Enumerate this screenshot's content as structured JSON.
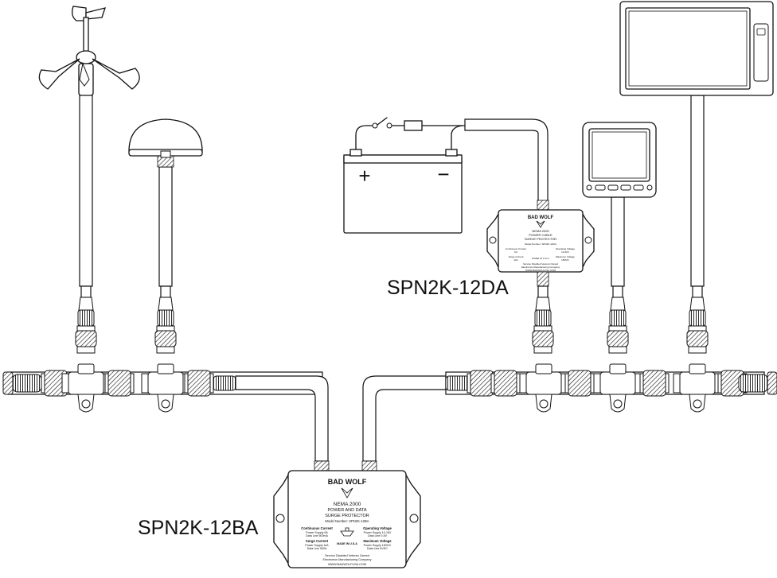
{
  "labels": {
    "protector_large": "SPN2K-12BA",
    "protector_small": "SPN2K-12DA"
  },
  "battery": {
    "positive": "+",
    "negative": "−"
  },
  "protector_12ba": {
    "brand": "BAD WOLF",
    "title_line1": "NEMA 2000",
    "title_line2": "POWER AND DATA",
    "title_line3": "SURGE PROTECTOR",
    "model": "Model Number: SPN2K-12BA",
    "continuous_current": "Continuous Current",
    "continuous_detail1": "Power Supply 6A",
    "continuous_detail2": "Data Line 500mA",
    "surge_current": "Surge Current",
    "surge_detail1": "Power Supply 1kA",
    "surge_detail2": "Data Line 500A",
    "operating_voltage": "Operating Voltage",
    "operating_detail1": "Power Supply 10-16V",
    "operating_detail2": "Data Line 0-5V",
    "maximum_voltage": "Maximum Voltage",
    "maximum_detail1": "Power Supply 18VDC",
    "maximum_detail2": "Data Line 6VDC",
    "made_in": "MADE IN U.S.A",
    "footer_line1": "Service Disabled Veteran Owned",
    "footer_line2": "Electronics Manufacturing Company",
    "website": "WWW.BADWOLFUSA.COM"
  },
  "protector_12da": {
    "brand": "BAD WOLF",
    "title_line1": "NEMA 2000",
    "title_line2": "POWER CABLE",
    "title_line3": "SURGE PROTECTOR",
    "model": "Model Number: SPN2K-12DA",
    "continuous_current": "Continuous Current",
    "continuous_detail": "6A",
    "operating_voltage": "Operating Voltage",
    "operating_detail": "10-16V",
    "surge_current": "Surge Current",
    "surge_detail": "1kA",
    "maximum_voltage": "Maximum Voltage",
    "maximum_detail": "18VDC",
    "made_in": "MADE IN U.S.A",
    "footer_line1": "Service Disabled Veteran Owned",
    "footer_line2": "Electronics Manufacturing Company",
    "website": "WWW.BADWOLFUSA.COM"
  },
  "icons": [
    "wind-vane-icon",
    "gps-antenna-icon",
    "battery-icon",
    "switch-icon",
    "fuse-icon",
    "instrument-display-icon",
    "chartplotter-display-icon",
    "wolf-logo-icon",
    "boat-icon"
  ]
}
